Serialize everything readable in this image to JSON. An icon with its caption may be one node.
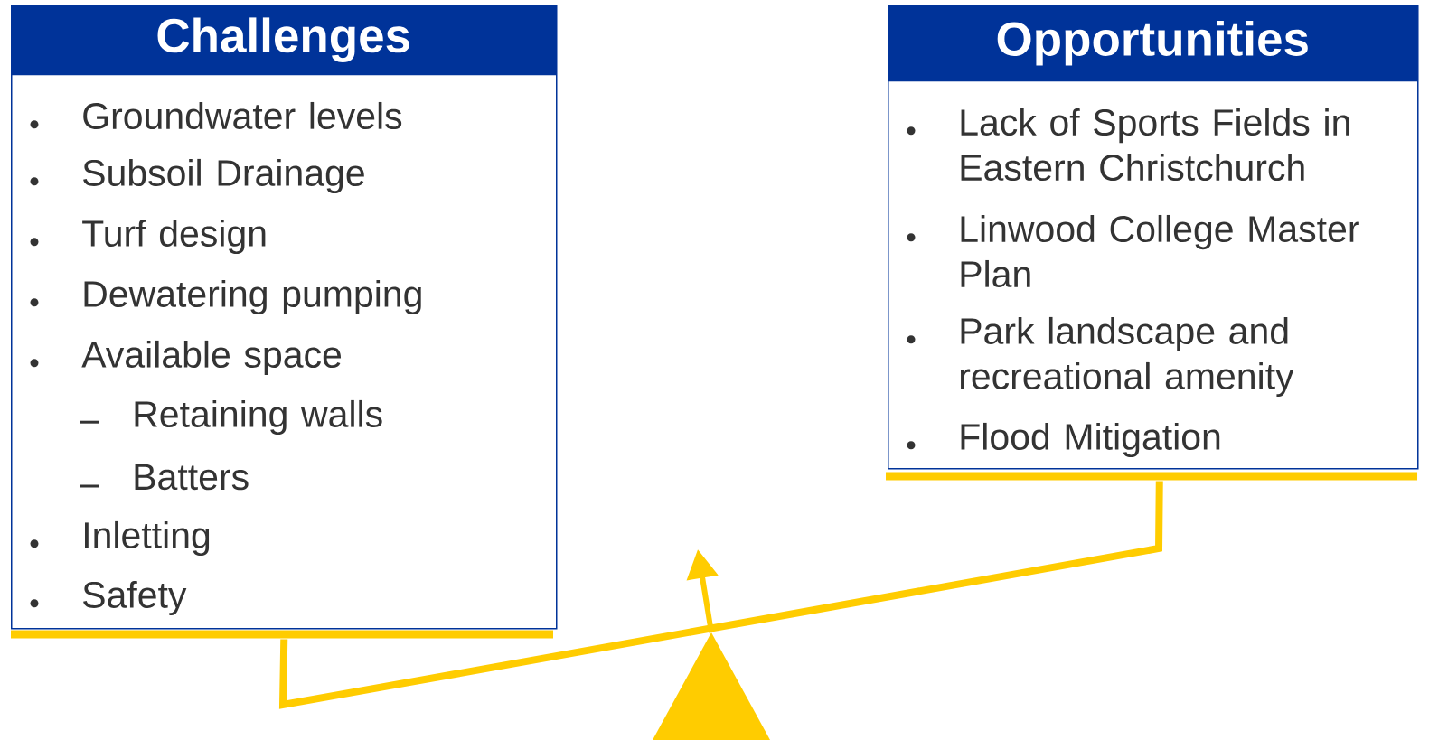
{
  "diagram": {
    "nodes": [
      {
        "text": [
          "Challenges",
          "Groundwater levels",
          "Subsoil Drainage",
          "Turf design",
          "Dewatering pumping",
          "Available space",
          "Retaining walls",
          "Batters",
          "Inletting",
          "Safety"
        ]
      },
      {
        "text": [
          "Opportunities",
          "Lack of Sports Fields in Eastern Christchurch",
          "Linwood College Master Plan",
          "Park landscape and recreational amenity",
          "Flood Mitigation"
        ]
      }
    ],
    "edges": [
      {
        "from": 0,
        "to": 1,
        "arrow": "none"
      }
    ]
  }
}
